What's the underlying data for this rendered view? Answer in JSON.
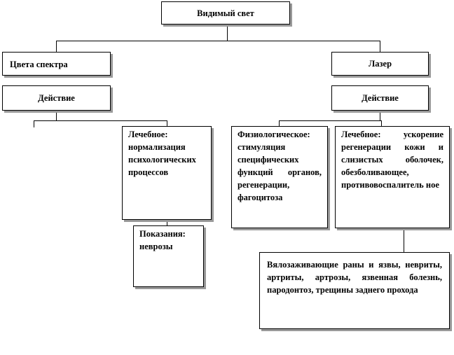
{
  "diagram": {
    "root": "Видимый свет",
    "left_branch": {
      "title": "Цвета спектра",
      "action": "Действие",
      "effect": "Лечебное: нормализация психологических процессов",
      "indications": "Показания: неврозы"
    },
    "right_branch": {
      "title": "Лазер",
      "action": "Действие",
      "physiological": "Физиологическое: стимуляция специфических функций органов, регенерации, фагоцитоза",
      "effect": "Лечебное: ускорение регенерации кожи и слизистых оболочек, обезболивающее, противовоспалитель ное",
      "indications": "Вялозаживающие раны и язвы, невриты, артриты, артрозы, язвенная болезнь, пародонтоз, трещины заднего прохода"
    }
  }
}
